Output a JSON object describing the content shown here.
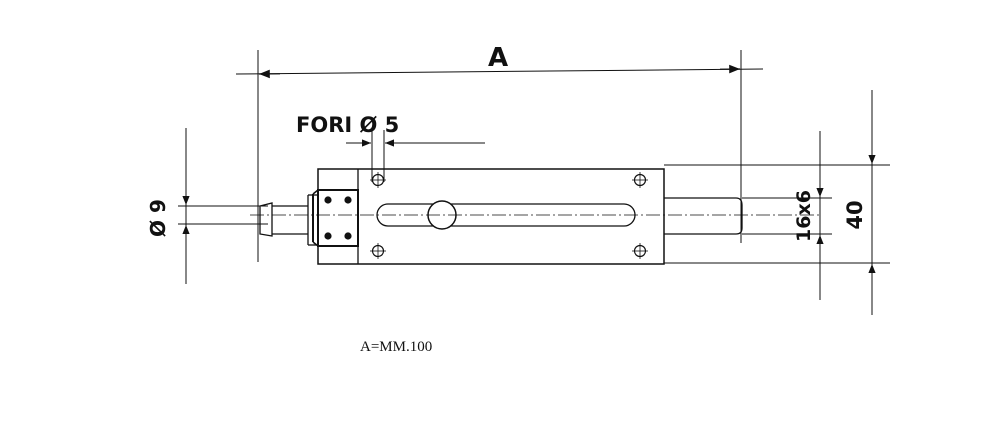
{
  "labels": {
    "length": "A",
    "holes": "FORI Ø 5",
    "pin_diameter": "Ø 9",
    "slot": "16x6",
    "height": "40"
  },
  "note": "A=MM.100",
  "colors": {
    "ink": "#111111",
    "background": "#ffffff"
  }
}
